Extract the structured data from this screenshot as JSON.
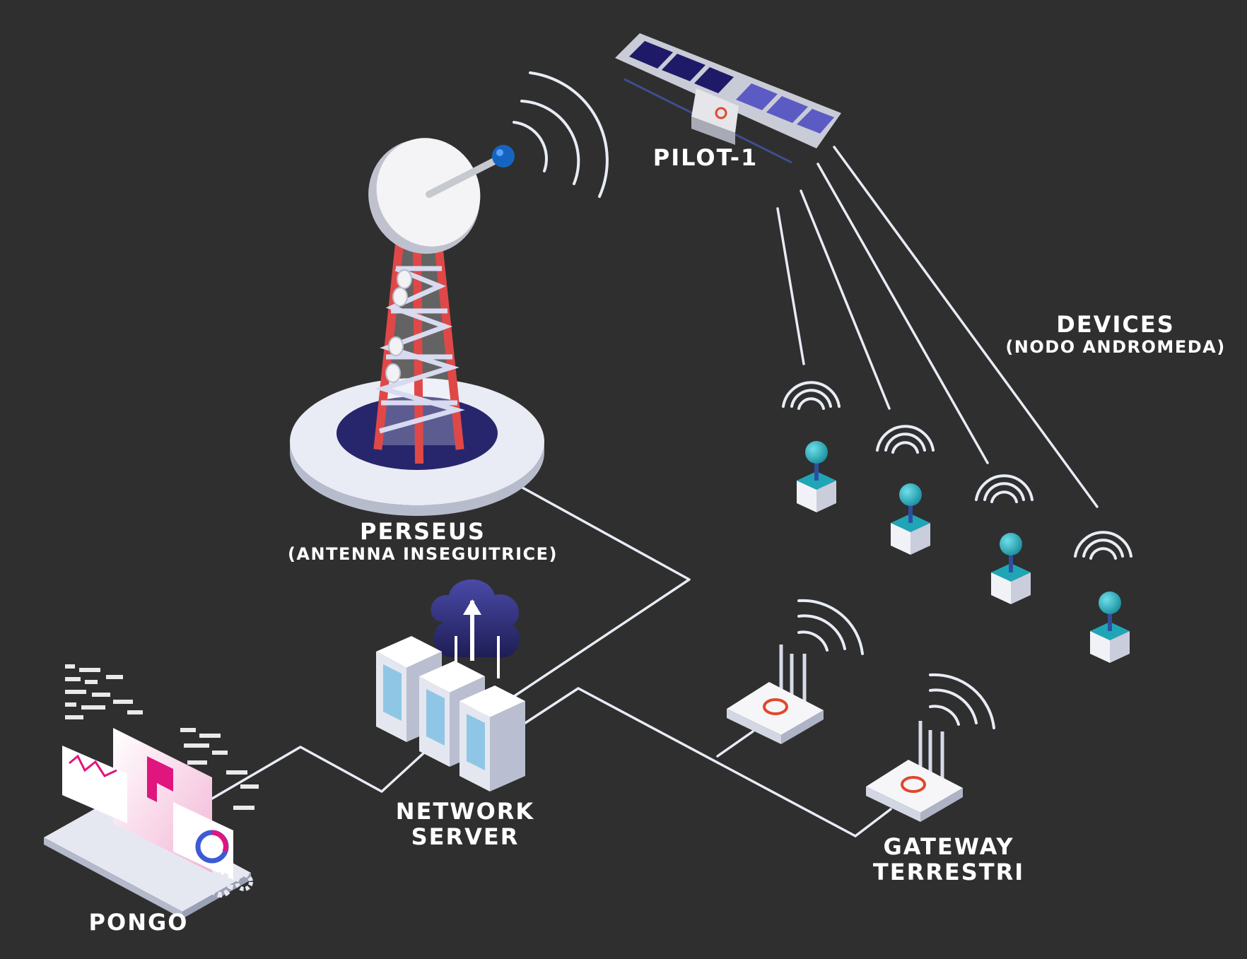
{
  "colors": {
    "background": "#2f2f2f",
    "line": "#e8ecf5",
    "tower_red": "#e04848",
    "navy": "#2b2a6e",
    "teal": "#1fa6b6",
    "panel": "#4b4fb0",
    "magenta": "#e0157e",
    "gateway_logo": "#e2472a"
  },
  "labels": {
    "satellite": "PILOT-1",
    "antenna_title": "PERSEUS",
    "antenna_subtitle": "(ANTENNA INSEGUITRICE)",
    "devices_title": "DEVICES",
    "devices_subtitle": "(NODO ANDROMEDA)",
    "server_line1": "NETWORK",
    "server_line2": "SERVER",
    "gateway_line1": "GATEWAY",
    "gateway_line2": "TERRESTRI",
    "platform": "PONGO"
  },
  "icons": [
    "satellite-icon",
    "antenna-tower-icon",
    "cloud-upload-icon",
    "server-icon",
    "router-icon",
    "sensor-node-icon",
    "laptop-dashboard-icon",
    "gear-icon",
    "wifi-waves-icon"
  ]
}
